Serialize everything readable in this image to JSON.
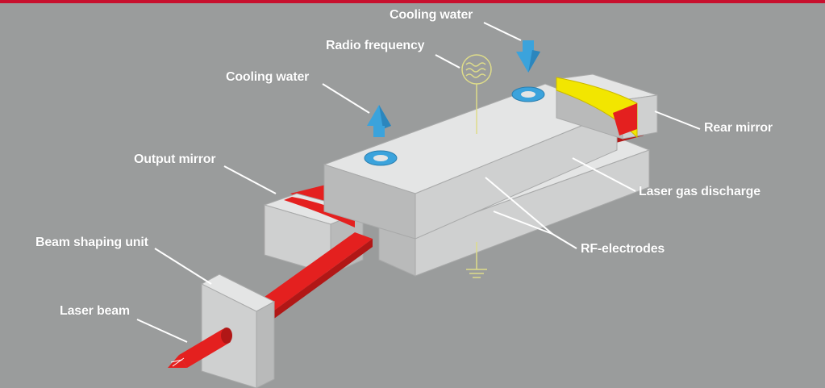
{
  "colors": {
    "background": "#9a9c9c",
    "top_band": "#c8102e",
    "block_top": "#e4e5e5",
    "block_side": "#cfd0d0",
    "block_dark": "#b9baba",
    "beam_red": "#e4201f",
    "beam_dark": "#b11716",
    "mirror_yellow": "#f2e600",
    "water_blue": "#3ba3dc",
    "rf_line": "#dedc8a",
    "leader_white": "#ffffff"
  },
  "labels": {
    "cooling_water_top": "Cooling water",
    "radio_frequency": "Radio frequency",
    "cooling_water_left": "Cooling water",
    "output_mirror": "Output mirror",
    "rear_mirror": "Rear mirror",
    "beam_shaping_unit": "Beam shaping unit",
    "laser_gas_discharge": "Laser gas discharge",
    "rf_electrodes": "RF-electrodes",
    "laser_beam": "Laser beam"
  },
  "icons": {
    "water_arrow": "cooling-water-arrow-icon",
    "water_port": "water-port-icon",
    "rf_source": "rf-source-icon",
    "ground": "ground-icon"
  }
}
